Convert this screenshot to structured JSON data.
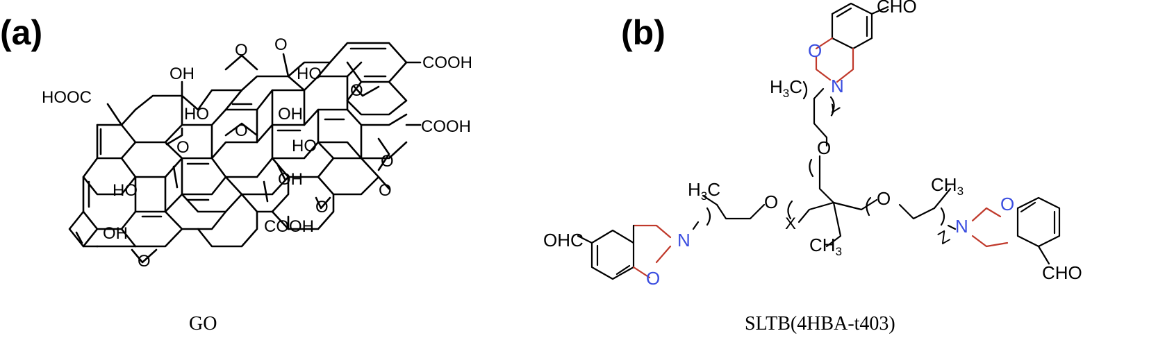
{
  "panels": [
    {
      "label": "(a)",
      "caption": "GO"
    },
    {
      "label": "(b)",
      "caption": "SLTB(4HBA-t403)"
    }
  ],
  "go_atoms": {
    "cooh_top_right": "COOH",
    "hooc_left": "HOOC",
    "cooh_mid_right": "COOH",
    "cooh_bottom": "COOH",
    "oh": "OH",
    "ho": "HO",
    "o": "O"
  },
  "sltb_atoms": {
    "cho": "CHO",
    "ohc": "OHC",
    "h3c": "H",
    "h3c_sub": "3",
    "c": "C",
    "ch3": "CH",
    "ch3_sub": "3",
    "o": "O",
    "n": "N",
    "x": "X",
    "y": "Y",
    "z": "Z"
  },
  "colors": {
    "oxygen_heteroatom": "#3a4de0",
    "ring_bond": "#c0392b",
    "default": "#000000"
  }
}
